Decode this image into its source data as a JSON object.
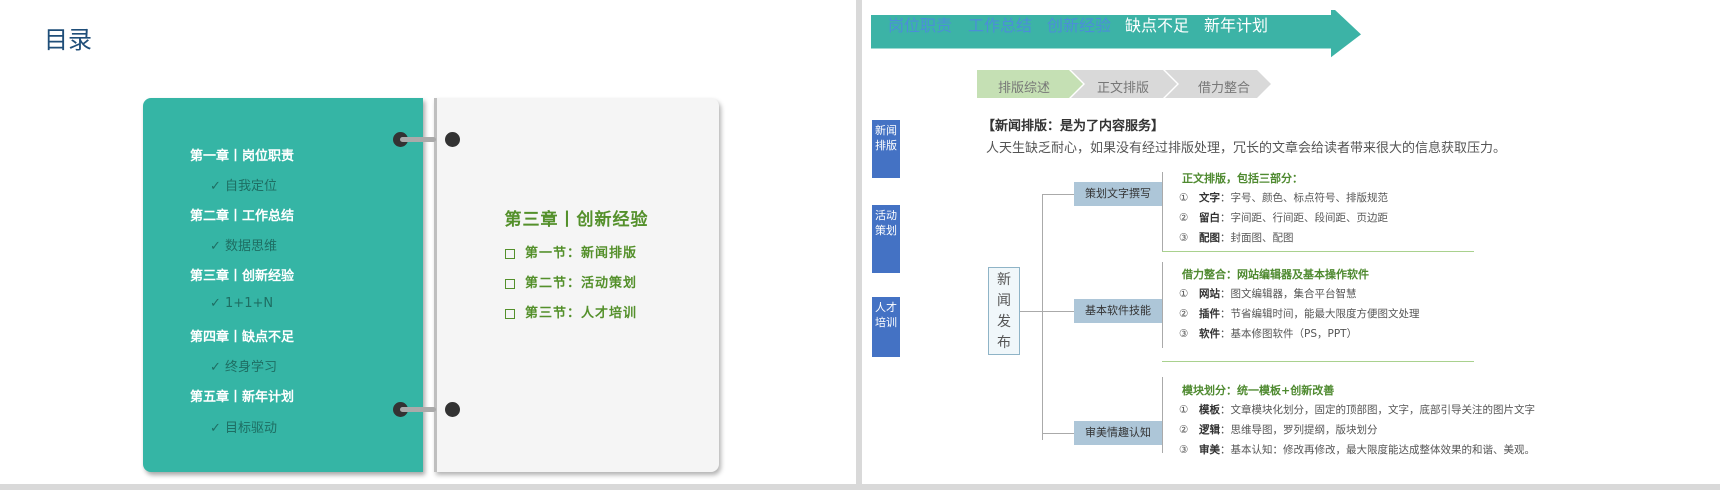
{
  "left": {
    "title": "目录",
    "chapters": [
      {
        "title": "第一章丨岗位职责",
        "sub": "✓  自我定位"
      },
      {
        "title": "第二章丨工作总结",
        "sub": "✓  数据思维"
      },
      {
        "title": "第三章丨创新经验",
        "sub": "✓  1+1+N"
      },
      {
        "title": "第四章丨缺点不足",
        "sub": "✓  终身学习"
      },
      {
        "title": "第五章丨新年计划",
        "sub": "✓  目标驱动"
      }
    ],
    "detail": {
      "title": "第三章丨创新经验",
      "sections": [
        "第一节：新闻排版",
        "第二节：活动策划",
        "第三节：人才培训"
      ]
    }
  },
  "right": {
    "nav": [
      "岗位职责",
      "工作总结",
      "创新经验",
      "缺点不足",
      "新年计划"
    ],
    "steps": [
      "排版综述",
      "正文排版",
      "借力整合"
    ],
    "side_tabs": [
      "新闻排版",
      "活动策划",
      "人才培训"
    ],
    "heading": "【新闻排版：是为了内容服务】",
    "description": "人天生缺乏耐心，如果没有经过排版处理，冗长的文章会给读者带来很大的信息获取压力。",
    "root": "新闻发布",
    "branches": [
      {
        "label": "策划文字撰写",
        "group_title": "正文排版，包括三部分：",
        "items": [
          {
            "num": "①",
            "key": "文字",
            "text": "：字号、颜色、标点符号、排版规范"
          },
          {
            "num": "②",
            "key": "留白",
            "text": "：字间距、行间距、段间距、页边距"
          },
          {
            "num": "③",
            "key": "配图",
            "text": "：封面图、配图"
          }
        ]
      },
      {
        "label": "基本软件技能",
        "group_title": "借力整合：网站编辑器及基本操作软件",
        "items": [
          {
            "num": "①",
            "key": "网站",
            "text": "：图文编辑器，集合平台智慧"
          },
          {
            "num": "②",
            "key": "插件",
            "text": "：节省编辑时间，能最大限度方便图文处理"
          },
          {
            "num": "③",
            "key": "软件",
            "text": "：基本修图软件（PS，PPT）"
          }
        ]
      },
      {
        "label": "审美情趣认知",
        "group_title": "模块划分：统一模板+创新改善",
        "items": [
          {
            "num": "①",
            "key": "模板",
            "text": "：文章模块化划分，固定的顶部图，文字，底部引导关注的图片文字"
          },
          {
            "num": "②",
            "key": "逻辑",
            "text": "：思维导图，罗列提纲，版块划分"
          },
          {
            "num": "③",
            "key": "审美",
            "text": "：基本认知：修改再修改，最大限度能达成整体效果的和谐、美观。"
          }
        ]
      }
    ]
  },
  "colors": {
    "teal": "#35b5a5",
    "green_text": "#54902b",
    "nav_blue": "#4472c4",
    "dark_title": "#1f4e79"
  }
}
